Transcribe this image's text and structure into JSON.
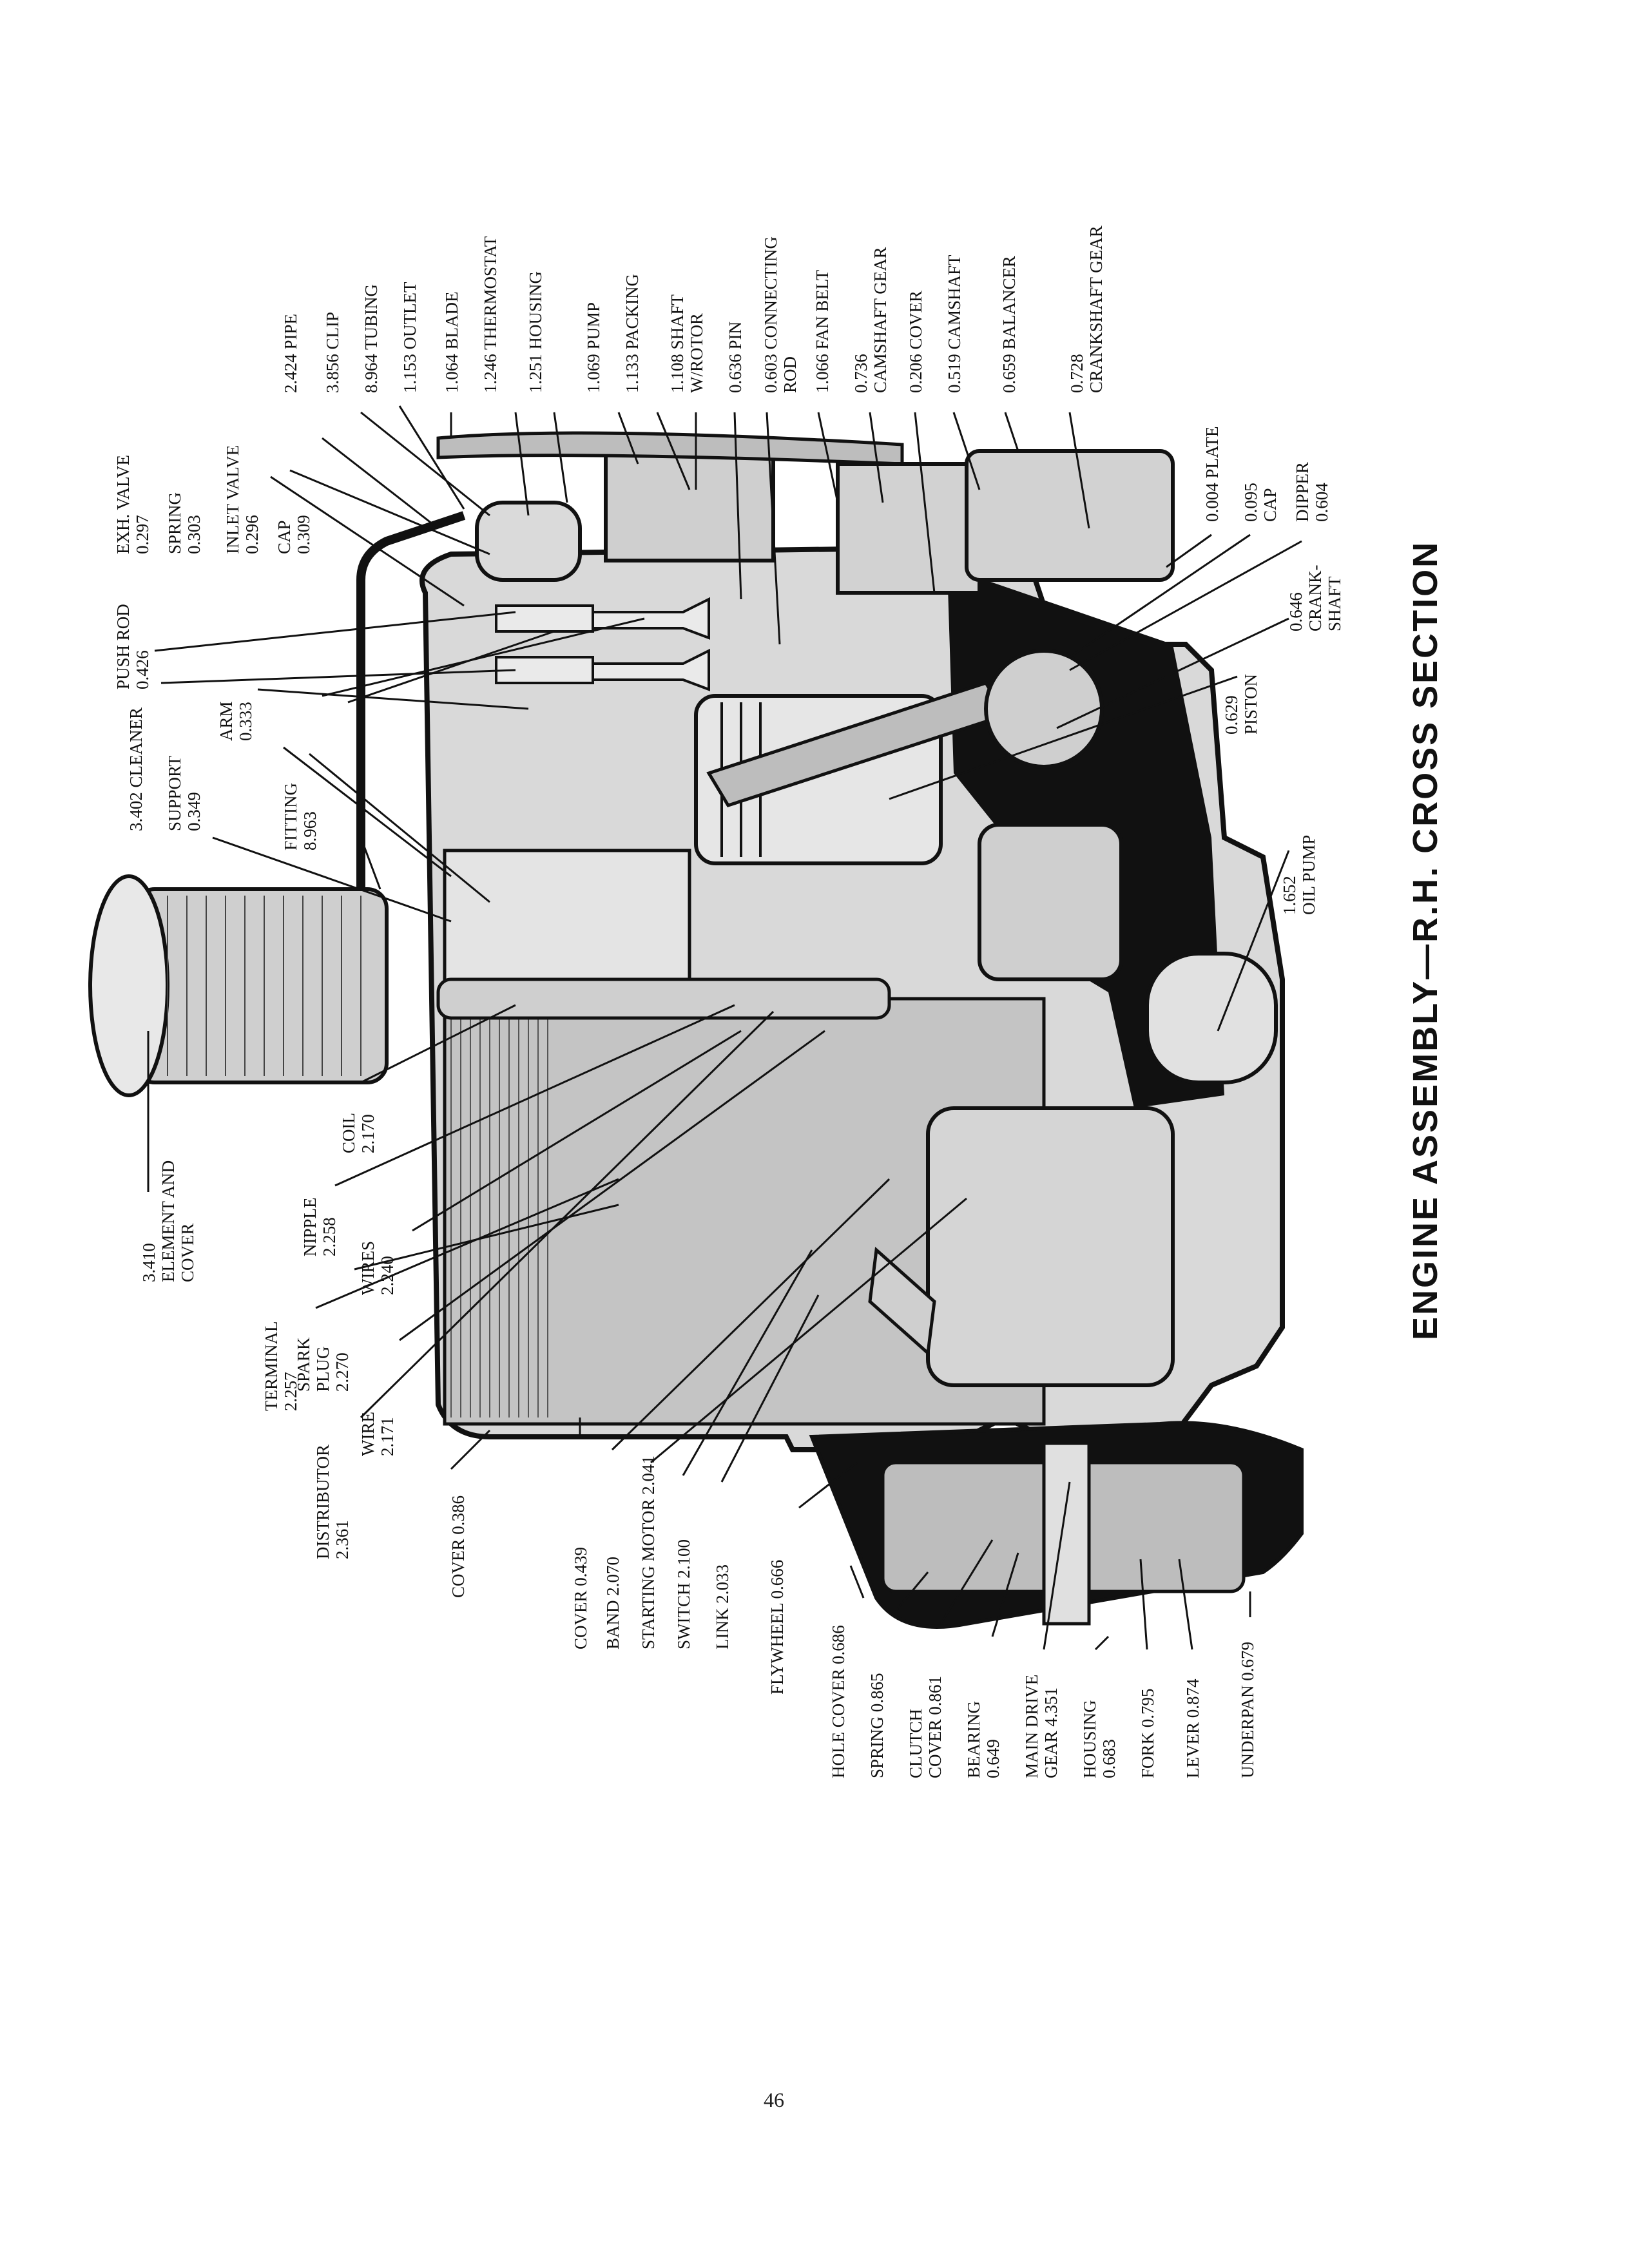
{
  "title": "ENGINE ASSEMBLY—R.H. CROSS SECTION",
  "page_number": "46",
  "labels": {
    "exh_valve": [
      "EXH. VALVE",
      "0.297"
    ],
    "push_rod": [
      "PUSH ROD",
      "0.426"
    ],
    "spring_303": [
      "SPRING",
      "0.303"
    ],
    "inlet_valve": [
      "INLET VALVE",
      "0.296"
    ],
    "cap_309": [
      "CAP",
      "0.309"
    ],
    "pipe": [
      "2.424 PIPE"
    ],
    "clip": [
      "3.856 CLIP"
    ],
    "tubing": [
      "8.964 TUBING"
    ],
    "outlet": [
      "1.153 OUTLET"
    ],
    "blade": [
      "1.064 BLADE"
    ],
    "thermostat": [
      "1.246 THERMOSTAT"
    ],
    "housing_1251": [
      "1.251 HOUSING"
    ],
    "pump": [
      "1.069 PUMP"
    ],
    "packing": [
      "1.133 PACKING"
    ],
    "shaft_rotor": [
      "1.108 SHAFT",
      "W/ROTOR"
    ],
    "pin": [
      "0.636 PIN"
    ],
    "connecting_rod": [
      "0.603 CONNECTING",
      "ROD"
    ],
    "fan_belt": [
      "1.066 FAN BELT"
    ],
    "camshaft_gear": [
      "0.736",
      "CAMSHAFT GEAR"
    ],
    "cover_206": [
      "0.206 COVER"
    ],
    "camshaft": [
      "0.519 CAMSHAFT"
    ],
    "balancer": [
      "0.659 BALANCER"
    ],
    "crankshaft_gear": [
      "0.728",
      "CRANKSHAFT GEAR"
    ],
    "plate": [
      "0.004 PLATE"
    ],
    "cap_095": [
      "0.095",
      "CAP"
    ],
    "dipper": [
      "DIPPER",
      "0.604"
    ],
    "crankshaft": [
      "0.646",
      "CRANK-",
      "SHAFT"
    ],
    "piston": [
      "0.629",
      "PISTON"
    ],
    "oil_pump": [
      "1.652",
      "OIL PUMP"
    ],
    "cleaner": [
      "3.402 CLEANER"
    ],
    "support": [
      "SUPPORT",
      "0.349"
    ],
    "arm": [
      "ARM",
      "0.333"
    ],
    "fitting": [
      "FITTING",
      "8.963"
    ],
    "element_cover": [
      "3.410",
      "ELEMENT AND",
      "COVER"
    ],
    "coil": [
      "COIL",
      "2.170"
    ],
    "nipple": [
      "NIPPLE",
      "2.258"
    ],
    "wires": [
      "WIRES",
      "2.240"
    ],
    "spark_plug": [
      "SPARK",
      "PLUG",
      "2.270"
    ],
    "terminal": [
      "TERMINAL",
      "2.257"
    ],
    "wire": [
      "WIRE",
      "2.171"
    ],
    "distributor": [
      "DISTRIBUTOR",
      "2.361"
    ],
    "cover_386": [
      "COVER 0.386"
    ],
    "cover_439": [
      "COVER 0.439"
    ],
    "band": [
      "BAND 2.070"
    ],
    "starting_motor": [
      "STARTING MOTOR 2.041"
    ],
    "switch": [
      "SWITCH 2.100"
    ],
    "link": [
      "LINK 2.033"
    ],
    "flywheel": [
      "FLYWHEEL 0.666"
    ],
    "hole_cover": [
      "HOLE COVER 0.686"
    ],
    "spring_865": [
      "SPRING 0.865"
    ],
    "clutch_cover": [
      "CLUTCH",
      "COVER 0.861"
    ],
    "bearing": [
      "BEARING",
      "0.649"
    ],
    "main_drive_gear": [
      "MAIN DRIVE",
      "GEAR 4.351"
    ],
    "housing_683": [
      "HOUSING",
      "0.683"
    ],
    "fork": [
      "FORK 0.795"
    ],
    "lever": [
      "LEVER 0.874"
    ],
    "underpan": [
      "UNDERPAN 0.679"
    ]
  }
}
